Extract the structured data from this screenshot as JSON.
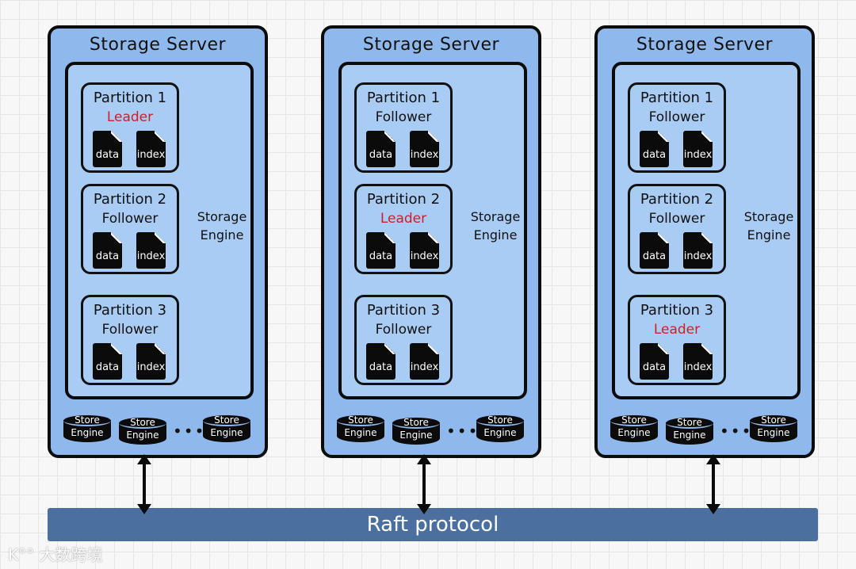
{
  "servers": [
    {
      "title": "Storage Server",
      "engine_label": "Storage Engine",
      "partitions": [
        {
          "title": "Partition 1",
          "role": "Leader",
          "files": [
            "data",
            "index"
          ]
        },
        {
          "title": "Partition 2",
          "role": "Follower",
          "files": [
            "data",
            "index"
          ]
        },
        {
          "title": "Partition 3",
          "role": "Follower",
          "files": [
            "data",
            "index"
          ]
        }
      ],
      "stores": [
        {
          "l1": "Store",
          "l2": "Engine"
        },
        {
          "l1": "Store",
          "l2": "Engine"
        },
        {
          "l1": "Store",
          "l2": "Engine"
        }
      ],
      "ellipsis": "•••"
    },
    {
      "title": "Storage Server",
      "engine_label": "Storage Engine",
      "partitions": [
        {
          "title": "Partition 1",
          "role": "Follower",
          "files": [
            "data",
            "index"
          ]
        },
        {
          "title": "Partition 2",
          "role": "Leader",
          "files": [
            "data",
            "index"
          ]
        },
        {
          "title": "Partition 3",
          "role": "Follower",
          "files": [
            "data",
            "index"
          ]
        }
      ],
      "stores": [
        {
          "l1": "Store",
          "l2": "Engine"
        },
        {
          "l1": "Store",
          "l2": "Engine"
        },
        {
          "l1": "Store",
          "l2": "Engine"
        }
      ],
      "ellipsis": "•••"
    },
    {
      "title": "Storage Server",
      "engine_label": "Storage Engine",
      "partitions": [
        {
          "title": "Partition 1",
          "role": "Follower",
          "files": [
            "data",
            "index"
          ]
        },
        {
          "title": "Partition 2",
          "role": "Follower",
          "files": [
            "data",
            "index"
          ]
        },
        {
          "title": "Partition 3",
          "role": "Leader",
          "files": [
            "data",
            "index"
          ]
        }
      ],
      "stores": [
        {
          "l1": "Store",
          "l2": "Engine"
        },
        {
          "l1": "Store",
          "l2": "Engine"
        },
        {
          "l1": "Store",
          "l2": "Engine"
        }
      ],
      "ellipsis": "•••"
    }
  ],
  "raft_label": "Raft protocol",
  "watermark": "K°° 大数跨境",
  "colors": {
    "server_bg": "#8fb9ec",
    "engine_bg": "#a9ccf5",
    "leader_text": "#cc1f2a",
    "raft_bar": "#4b6f9e"
  }
}
